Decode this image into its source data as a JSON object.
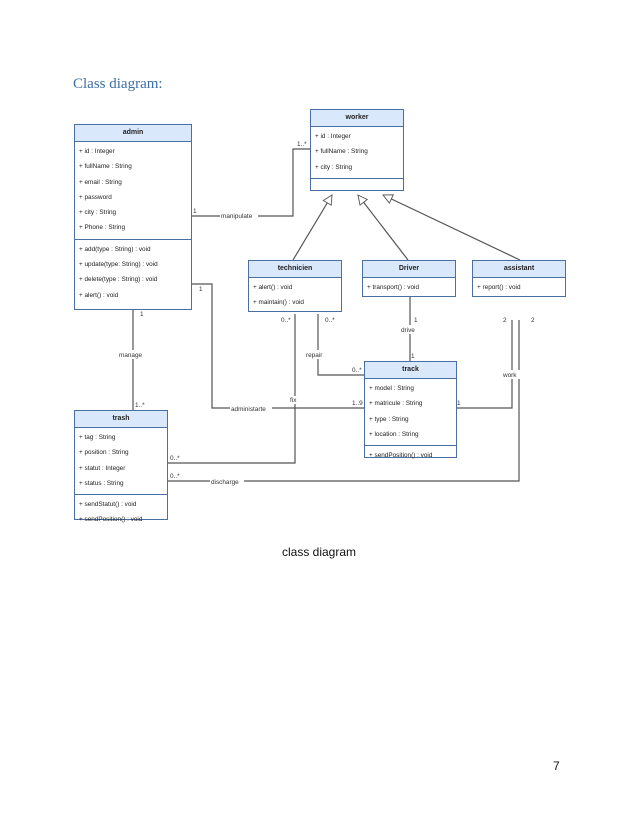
{
  "heading": "Class diagram:",
  "caption": "class diagram",
  "page_number": "7",
  "classes": {
    "admin": {
      "name": "admin",
      "attributes": [
        "+ id : Integer",
        "+ fullName : String",
        "+ email : String",
        "+ password",
        "+ city : String",
        "+ Phone : String"
      ],
      "methods": [
        "+ add(type : String) : void",
        "+ update(type: String) : void",
        "+ delete(type : String) : void",
        "+ alert() : void"
      ]
    },
    "worker": {
      "name": "worker",
      "attributes": [
        "+ id : Integer",
        "+ fullName : String",
        "+ city : String"
      ],
      "methods": []
    },
    "technicien": {
      "name": "technicien",
      "attributes": [
        "+ alert() : void",
        "+ maintain() : void"
      ],
      "methods": []
    },
    "driver": {
      "name": "Driver",
      "attributes": [
        "+ transport() : void"
      ],
      "methods": []
    },
    "assistant": {
      "name": "assistant",
      "attributes": [
        "+ report() : void"
      ],
      "methods": []
    },
    "track": {
      "name": "track",
      "attributes": [
        "+ model : String",
        "+ matricule : String",
        "+ type : String",
        "+ location : String"
      ],
      "methods": [
        "+ sendPosition() : void"
      ]
    },
    "trash": {
      "name": "trash",
      "attributes": [
        "+ tag : String",
        "+ position : String",
        "+ statut : Integer",
        "+ status : String"
      ],
      "methods": [
        "+ sendStatut() : void",
        "+ sendPosition() : void"
      ]
    }
  },
  "associations": {
    "manipulate": {
      "name": "manipulate",
      "mult_a": "1",
      "mult_b": "1..*"
    },
    "manage": {
      "name": "manage",
      "mult_a": "1",
      "mult_b": "1..*"
    },
    "administarte": {
      "name": "administarte",
      "mult_a": "1",
      "mult_b": "1..9"
    },
    "repair": {
      "name": "repair",
      "mult_a": "0..*",
      "mult_b": "0..*"
    },
    "fix": {
      "name": "fix",
      "mult_a": "0..*",
      "mult_b": "0..*"
    },
    "drive": {
      "name": "drive",
      "mult_a": "1",
      "mult_b": "1"
    },
    "work": {
      "name": "work",
      "mult_a": "2",
      "mult_b": "1"
    },
    "discharge": {
      "name": "discharge",
      "mult_a": "2",
      "mult_b": "0..*"
    }
  }
}
